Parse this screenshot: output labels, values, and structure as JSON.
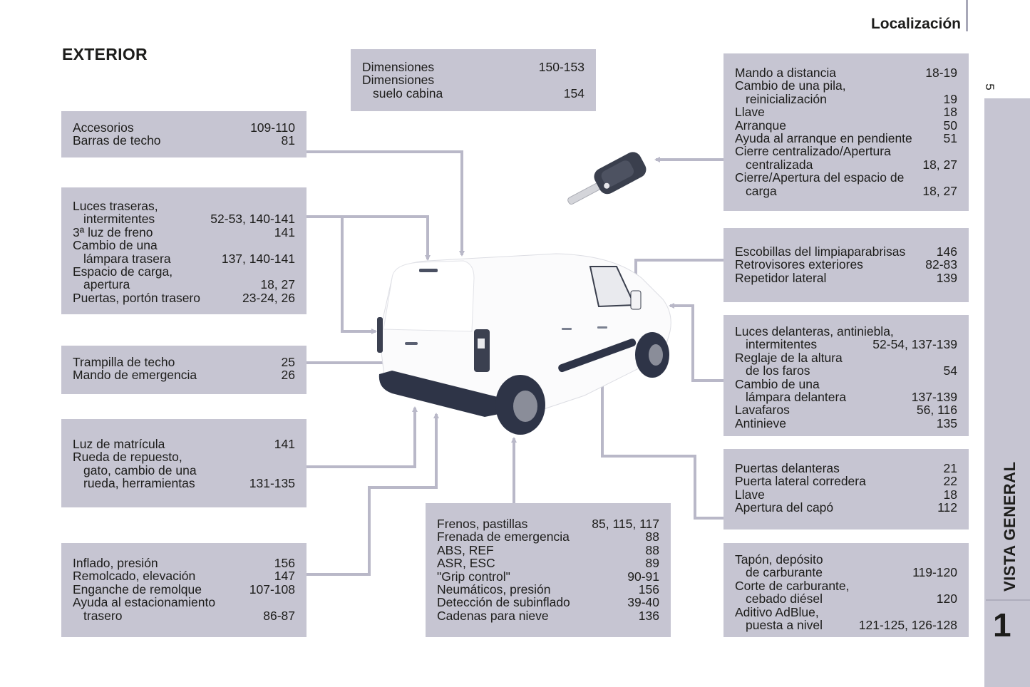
{
  "header": {
    "title": "Localización",
    "page_number": "5"
  },
  "section_title": "EXTERIOR",
  "side_tab": {
    "label": "VISTA GENERAL",
    "chapter": "1"
  },
  "boxes": {
    "accesorios": [
      {
        "label": "Accesorios",
        "pages": "109-110"
      },
      {
        "label": "Barras de techo",
        "pages": "81"
      }
    ],
    "luces_traseras": [
      {
        "label": "Luces traseras,",
        "cont": "intermitentes",
        "pages": "52-53, 140-141"
      },
      {
        "label": "3ª luz de freno",
        "pages": "141"
      },
      {
        "label": "Cambio de una",
        "cont": "lámpara trasera",
        "pages": "137, 140-141"
      },
      {
        "label": "Espacio de carga,",
        "cont": "apertura",
        "pages": "18, 27"
      },
      {
        "label": "Puertas, portón trasero",
        "pages": "23-24, 26"
      }
    ],
    "trampilla": [
      {
        "label": "Trampilla de techo",
        "pages": "25"
      },
      {
        "label": "Mando de emergencia",
        "pages": "26"
      }
    ],
    "matricula": [
      {
        "label": "Luz de matrícula",
        "pages": "141"
      },
      {
        "label": "Rueda de repuesto,",
        "cont": "gato, cambio de una",
        "cont2": "rueda, herramientas",
        "pages": "131-135"
      }
    ],
    "inflado": [
      {
        "label": "Inflado, presión",
        "pages": "156"
      },
      {
        "label": "Remolcado, elevación",
        "pages": "147"
      },
      {
        "label": "Enganche de remolque",
        "pages": "107-108"
      },
      {
        "label": "Ayuda al estacionamiento",
        "cont": "trasero",
        "pages": "86-87"
      }
    ],
    "dimensiones": [
      {
        "label": "Dimensiones",
        "pages": "150-153"
      },
      {
        "label": "Dimensiones",
        "cont": "suelo cabina",
        "pages": "154"
      }
    ],
    "frenos": [
      {
        "label": "Frenos, pastillas",
        "pages": "85, 115, 117"
      },
      {
        "label": "Frenada de emergencia",
        "pages": "88"
      },
      {
        "label": "ABS, REF",
        "pages": "88"
      },
      {
        "label": "ASR, ESC",
        "pages": "89"
      },
      {
        "label": "\"Grip control\"",
        "pages": "90-91"
      },
      {
        "label": "Neumáticos, presión",
        "pages": "156"
      },
      {
        "label": "Detección de subinflado",
        "pages": "39-40"
      },
      {
        "label": "Cadenas para nieve",
        "pages": "136"
      }
    ],
    "mando": [
      {
        "label": "Mando a distancia",
        "pages": "18-19"
      },
      {
        "label": "Cambio de una pila,",
        "cont": "reinicialización",
        "pages": "19"
      },
      {
        "label": "Llave",
        "pages": "18"
      },
      {
        "label": "Arranque",
        "pages": "50"
      },
      {
        "label": "Ayuda al arranque en pendiente",
        "pages": "51"
      },
      {
        "label": "Cierre centralizado/Apertura",
        "cont": "centralizada",
        "pages": "18, 27"
      },
      {
        "label": "Cierre/Apertura del espacio de",
        "cont": "carga",
        "pages": "18, 27"
      }
    ],
    "escobillas": [
      {
        "label": "Escobillas del limpiaparabrisas",
        "pages": "146"
      },
      {
        "label": "Retrovisores exteriores",
        "pages": "82-83"
      },
      {
        "label": "Repetidor lateral",
        "pages": "139"
      }
    ],
    "luces_delanteras": [
      {
        "label": "Luces delanteras, antiniebla,",
        "cont": "intermitentes",
        "pages": "52-54, 137-139"
      },
      {
        "label": "Reglaje de la altura",
        "cont": "de los faros",
        "pages": "54"
      },
      {
        "label": "Cambio de una",
        "cont": "lámpara delantera",
        "pages": "137-139"
      },
      {
        "label": "Lavafaros",
        "pages": "56, 116"
      },
      {
        "label": "Antinieve",
        "pages": "135"
      }
    ],
    "puertas": [
      {
        "label": "Puertas delanteras",
        "pages": "21"
      },
      {
        "label": "Puerta lateral corredera",
        "pages": "22"
      },
      {
        "label": "Llave",
        "pages": "18"
      },
      {
        "label": "Apertura del capó",
        "pages": "112"
      }
    ],
    "tapon": [
      {
        "label": "Tapón, depósito",
        "cont": "de carburante",
        "pages": "119-120"
      },
      {
        "label": "Corte de carburante,",
        "cont": "cebado diésel",
        "pages": "120"
      },
      {
        "label": "Aditivo AdBlue,",
        "cont": "puesta a nivel",
        "pages": "121-125, 126-128"
      }
    ]
  },
  "illustrations": {
    "vehicle": "van-rear-three-quarter-illustration",
    "key": "remote-key-illustration"
  },
  "colors": {
    "box_fill": "#c6c5d2",
    "connector": "#b9b8c8",
    "van_dark": "#2e3447"
  }
}
